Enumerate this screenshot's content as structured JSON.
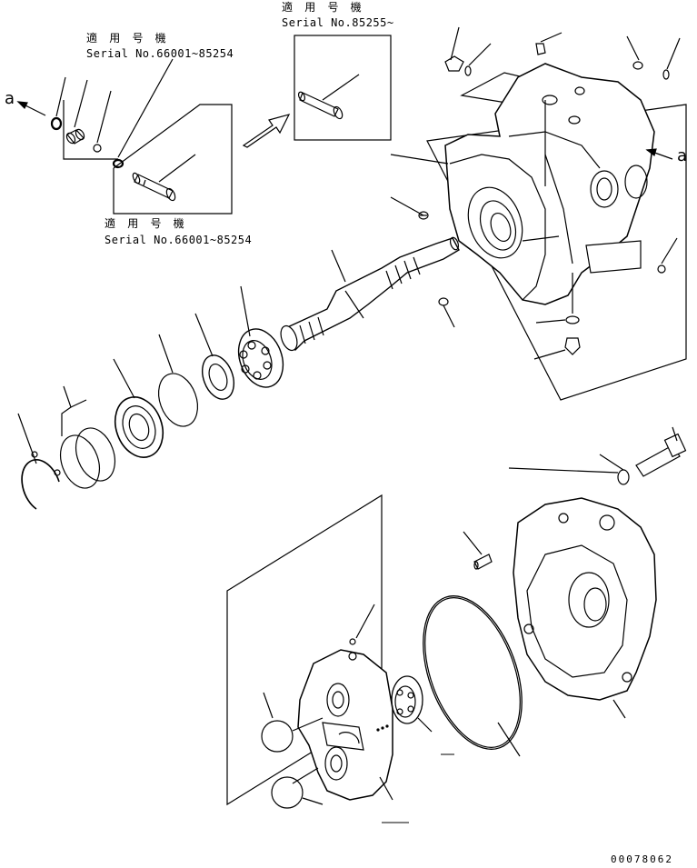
{
  "labels": {
    "top_left_applicable": "適 用 号 機",
    "top_left_serial": "Serial No.66001~85254",
    "top_right_applicable": "適 用 号 機",
    "top_right_serial": "Serial No.85255~",
    "mid_applicable": "適 用 号 機",
    "mid_serial": "Serial No.66001~85254",
    "arrow_left_ref": "a",
    "arrow_right_ref": "a",
    "drawing_number": "00078062"
  },
  "colors": {
    "ink": "#000000",
    "paper": "#ffffff",
    "callout_fill": "#ffffff"
  }
}
